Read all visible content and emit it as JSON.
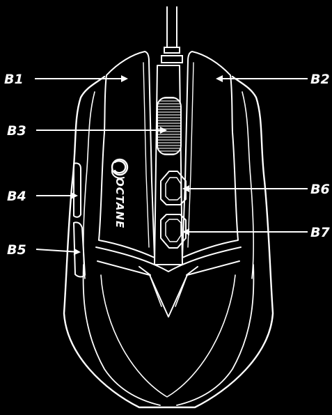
{
  "labels": {
    "b1": "B1",
    "b2": "B2",
    "b3": "B3",
    "b4": "B4",
    "b5": "B5",
    "b6": "B6",
    "b7": "B7"
  },
  "brand": {
    "name": "OCTANE",
    "logo_icon": "octane-swirl-logo"
  },
  "colors": {
    "background": "#000000",
    "line": "#ffffff"
  }
}
